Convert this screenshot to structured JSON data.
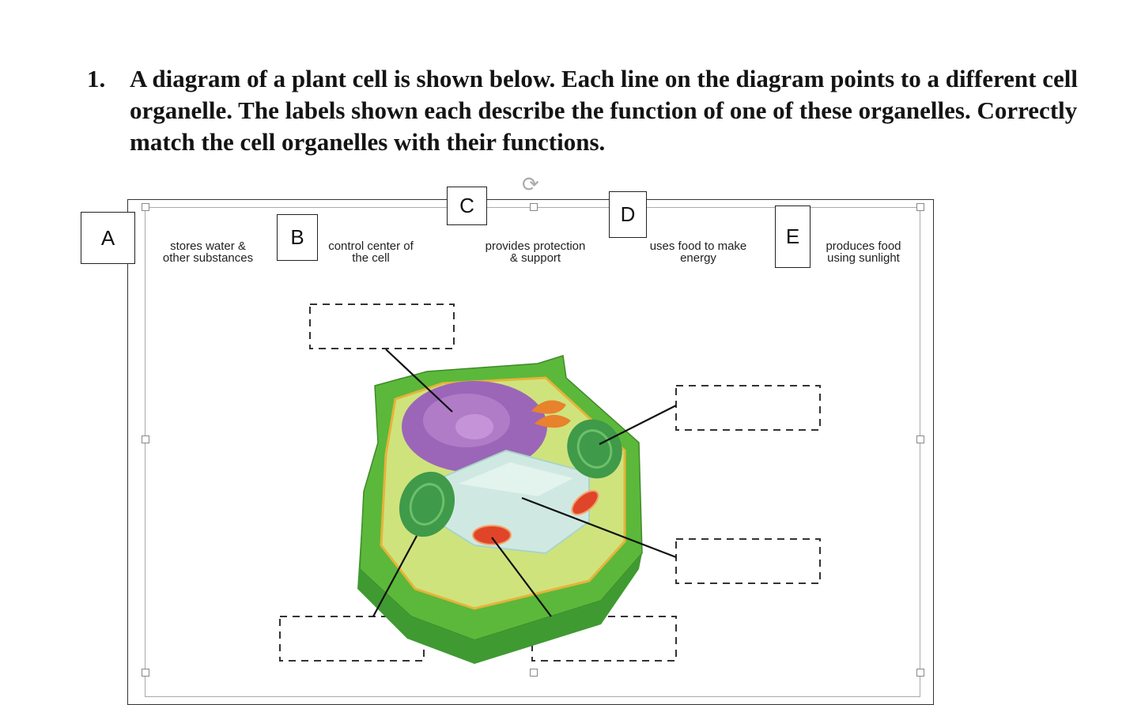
{
  "question": {
    "number": "1.",
    "text": "A diagram of a plant cell is shown below. Each line on the diagram points to a different cell organelle. The labels shown each describe the function of one of these organelles. Correctly match the cell organelles with their functions."
  },
  "letters": [
    "A",
    "B",
    "C",
    "D",
    "E"
  ],
  "functions": [
    {
      "line1": "stores water &",
      "line2": "other substances"
    },
    {
      "line1": "control center of",
      "line2": "the cell"
    },
    {
      "line1": "provides protection",
      "line2": "& support"
    },
    {
      "line1": "uses food to make",
      "line2": "energy"
    },
    {
      "line1": "produces food",
      "line2": "using sunlight"
    }
  ],
  "icons": {
    "rotate": "rotate-handle-icon"
  },
  "colors": {
    "wall": "#5cb83a",
    "cytoplasm": "#c9e27a",
    "nucleus": "#9b66b8",
    "vacuole": "#cfe9e2",
    "chloroplast": "#3f9a4a",
    "mitochondria": "#e0452a"
  }
}
